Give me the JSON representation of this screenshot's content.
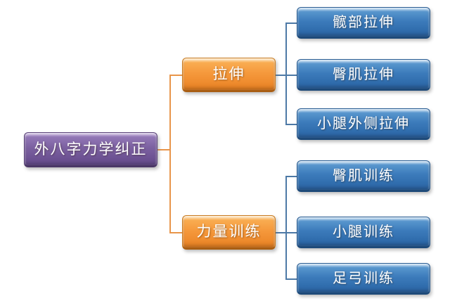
{
  "diagram": {
    "type": "hierarchy-tree",
    "root": {
      "label": "外八字力学纠正"
    },
    "branches": [
      {
        "label": "拉伸",
        "children": [
          {
            "label": "髋部拉伸"
          },
          {
            "label": "臀肌拉伸"
          },
          {
            "label": "小腿外侧拉伸"
          }
        ]
      },
      {
        "label": "力量训练",
        "children": [
          {
            "label": "臀肌训练"
          },
          {
            "label": "小腿训练"
          },
          {
            "label": "足弓训练"
          }
        ]
      }
    ],
    "colors": {
      "root_fill": "#7c61a1",
      "root_border": "#5a4379",
      "branch_fill": "#f5993c",
      "branch_border": "#c97b20",
      "leaf_fill": "#3c7bbb",
      "leaf_border": "#2a5d93",
      "branch_connector": "#e8954a",
      "leaf_connector": "#4d79a6",
      "text": "#ffffff",
      "background": "#ffffff"
    }
  }
}
